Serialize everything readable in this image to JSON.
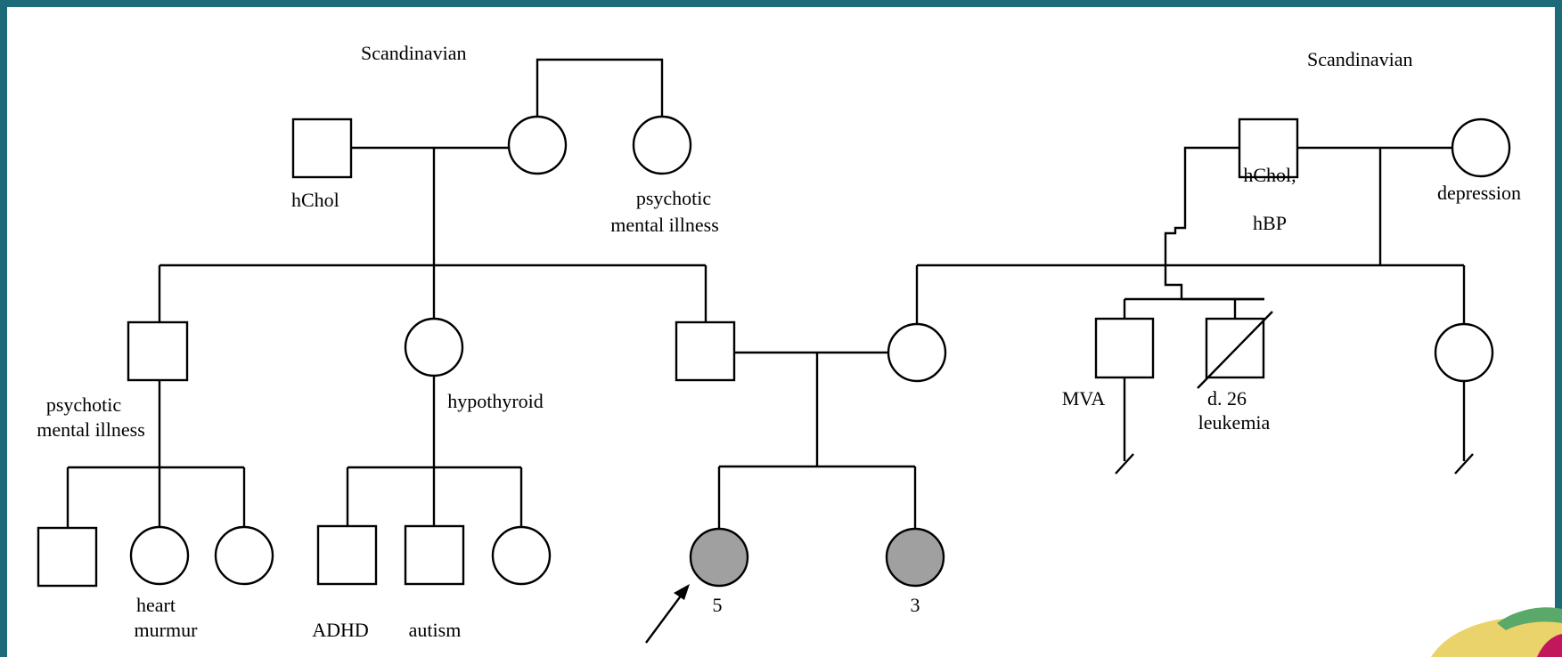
{
  "pedigree": {
    "labels": {
      "paternal_ethnicity": "Scandinavian",
      "maternal_ethnicity": "Scandinavian",
      "pgf": "hChol",
      "pga_line1": "psychotic",
      "pga_line2": "mental illness",
      "mgf_line1": "hChol,",
      "mgf_line2": "hBP",
      "mgm": "depression",
      "uncle_line1": "psychotic",
      "uncle_line2": "mental illness",
      "aunt": "hypothyroid",
      "maternal_uncle1": "MVA",
      "maternal_uncle2_line1": "d. 26",
      "maternal_uncle2_line2": "leukemia",
      "cousin_girl_line1": "heart",
      "cousin_girl_line2": "murmur",
      "cousin_boy1": "ADHD",
      "cousin_boy2": "autism",
      "proband_age": "5",
      "sister_age": "3"
    },
    "colors": {
      "affected_fill": "#a0a0a0",
      "frame": "#1d6b7a",
      "background": "#ffffff"
    }
  }
}
